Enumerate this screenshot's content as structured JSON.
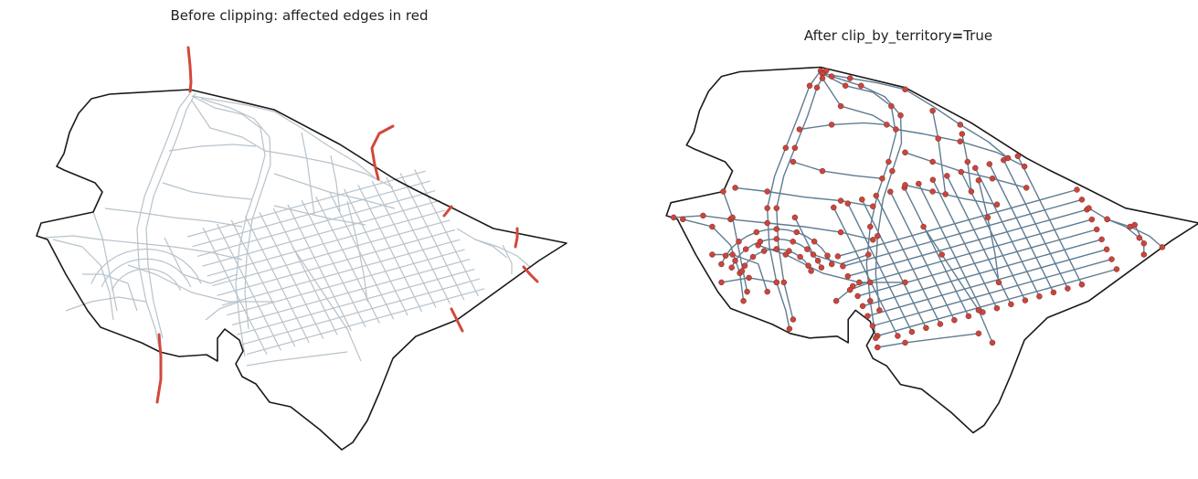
{
  "panels": [
    {
      "title": "Before clipping: affected edges in red",
      "colors": {
        "boundary": "#1a1a1a",
        "edges": "#b7c3cc",
        "affected": "#d2483b"
      }
    },
    {
      "title_prefix": "After clip_by_territory",
      "title_eq": "=",
      "title_suffix": "True",
      "colors": {
        "boundary": "#1a1a1a",
        "edges": "#5f7c92",
        "nodes": "#c9463d",
        "node_edge": "#7a2a25"
      }
    }
  ]
}
